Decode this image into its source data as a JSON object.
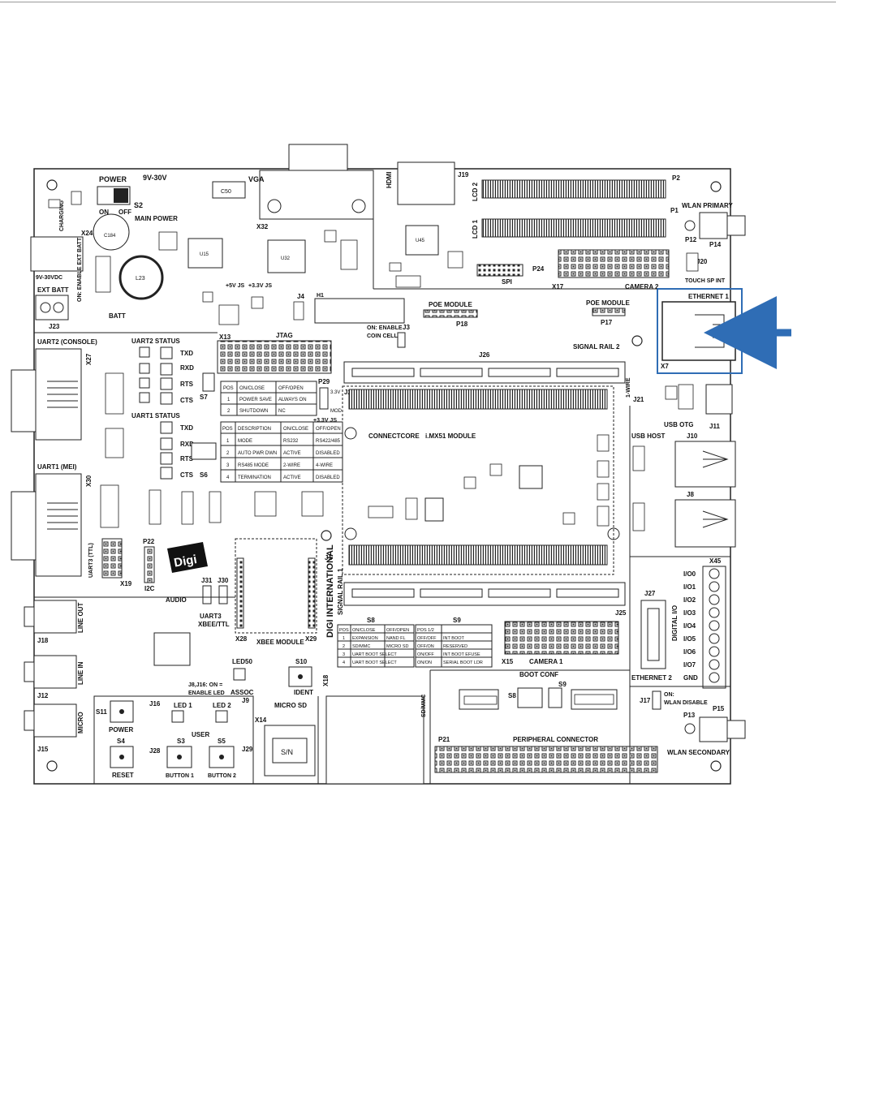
{
  "colors": {
    "highlight": "#2f6db5",
    "board_line": "#222222",
    "silkscreen": "#111111"
  },
  "labels": {
    "power": "POWER",
    "v9_30": "9V-30V",
    "on": "ON",
    "off": "OFF",
    "s2": "S2",
    "main_power": "MAIN POWER",
    "charging": "CHARGING",
    "x24": "X24",
    "v9_30vdc": "9V-30VDC",
    "enable_ext_batt": "ON: ENABLE EXT BATT",
    "ext_batt": "EXT BATT",
    "j23": "J23",
    "batt": "BATT",
    "vga": "VGA",
    "x32": "X32",
    "hdmi": "HDMI",
    "j19": "J19",
    "lcd2": "LCD 2",
    "lcd1": "LCD 1",
    "p2": "P2",
    "p1": "P1",
    "wlan_primary": "WLAN PRIMARY",
    "p12": "P12",
    "p14": "P14",
    "j20": "J20",
    "touch_sp_int": "TOUCH SP INT",
    "spi": "SPI",
    "p24": "P24",
    "x17": "X17",
    "camera2": "CAMERA 2",
    "v5_js": "+5V JS",
    "v33_js": "+3.3V JS",
    "j4": "J4",
    "h1": "H1",
    "poe_module_l": "POE MODULE",
    "p18": "P18",
    "poe_module_r": "POE MODULE",
    "p17": "P17",
    "ethernet1": "ETHERNET 1",
    "x7": "X7",
    "uart2_console": "UART2 (CONSOLE)",
    "uart2_status": "UART2 STATUS",
    "txd": "TXD",
    "rxd": "RXD",
    "rts": "RTS",
    "cts": "CTS",
    "s7": "S7",
    "x13": "X13",
    "jtag": "JTAG",
    "on_enable_coin": "ON: ENABLE",
    "coin_cell": "COIN CELL",
    "j3": "J3",
    "j26": "J26",
    "signal_rail2": "SIGNAL RAIL 2",
    "x27": "X27",
    "uart1_status": "UART1 STATUS",
    "s6": "S6",
    "p29": "P29",
    "j2": "J2",
    "v33_j2": "3.3V",
    "mod": "MOD",
    "v33_js2": "+3.3V JS",
    "one_wire": "1-WIRE",
    "j21": "J21",
    "usb_otg": "USB OTG",
    "j11": "J11",
    "connectcore": "CONNECTCORE",
    "imx51": "i.MX51 MODULE",
    "usb_host": "USB HOST",
    "j10": "J10",
    "j8": "J8",
    "uart1_mei": "UART1 (MEI)",
    "x30": "X30",
    "uart3_ttl": "UART3 (TTL)",
    "x19": "X19",
    "p22": "P22",
    "i2c": "I2C",
    "digi": "Digi",
    "digi_international": "DIGI INTERNATIONAL",
    "signal_rail1": "SIGNAL RAIL 1",
    "j1": "J1",
    "x45": "X45",
    "digital_io": "DIGITAL I/O",
    "io": [
      "I/O0",
      "I/O1",
      "I/O2",
      "I/O3",
      "I/O4",
      "I/O5",
      "I/O6",
      "I/O7",
      "GND"
    ],
    "audio": "AUDIO",
    "line_out": "LINE OUT",
    "j18": "J18",
    "line_in": "LINE IN",
    "j12": "J12",
    "micro": "MICRO",
    "j15": "J15",
    "j31": "J31",
    "j30": "J30",
    "uart3_xbee": "UART3",
    "xbee_ttl": "XBEE/TTL",
    "x28": "X28",
    "xbee_module": "XBEE MODULE",
    "x29": "X29",
    "led50": "LED50",
    "assoc": "ASSOC",
    "s10": "S10",
    "ident": "IDENT",
    "j8j16": "J8,J16: ON =",
    "enable_led": "ENABLE LED",
    "s11": "S11",
    "power_btn": "POWER",
    "s4": "S4",
    "reset": "RESET",
    "j16": "J16",
    "led1": "LED 1",
    "led2": "LED 2",
    "user": "USER",
    "j28": "J28",
    "s3": "S3",
    "s5": "S5",
    "button1": "BUTTON 1",
    "button2": "BUTTON 2",
    "j9": "J9",
    "micro_sd": "MICRO SD",
    "x14": "X14",
    "j29": "J29",
    "x18": "X18",
    "sd_mmc": "SD/MMC",
    "sn": "S/N",
    "x15": "X15",
    "camera1": "CAMERA 1",
    "j25": "J25",
    "j27": "J27",
    "ethernet2": "ETHERNET 2",
    "boot_conf": "BOOT CONF",
    "s8b": "S8",
    "s9b": "S9",
    "j17": "J17",
    "wlan_disable_on": "ON:",
    "wlan_disable": "WLAN DISABLE",
    "p13": "P13",
    "p15": "P15",
    "wlan_secondary": "WLAN SECONDARY",
    "p21": "P21",
    "peripheral_connector": "PERIPHERAL CONNECTOR",
    "u15": "U15",
    "u32": "U32",
    "u45": "U45",
    "l23": "L23",
    "c184": "C184",
    "c50": "C50"
  },
  "s7_table": {
    "header": [
      "POS",
      "ON/CLOSE",
      "OFF/OPEN"
    ],
    "rows": [
      [
        "1",
        "POWER SAVE",
        "ALWAYS ON"
      ],
      [
        "2",
        "SHUTDOWN",
        "NC"
      ]
    ]
  },
  "s6_table": {
    "header": [
      "POS",
      "DESCRIPTION",
      "ON/CLOSE",
      "OFF/OPEN"
    ],
    "rows": [
      [
        "1",
        "MODE",
        "RS232",
        "RS422/485"
      ],
      [
        "2",
        "AUTO PWR DWN",
        "ACTIVE",
        "DISABLED"
      ],
      [
        "3",
        "RS485 MODE",
        "2-WIRE",
        "4-WIRE"
      ],
      [
        "4",
        "TERMINATION",
        "ACTIVE",
        "DISABLED"
      ]
    ]
  },
  "s8_table": {
    "title": "S8",
    "header": [
      "POS",
      "ON/CLOSE",
      "OFF/OPEN"
    ],
    "rows": [
      [
        "1",
        "EXPANSION",
        "NAND FL"
      ],
      [
        "2",
        "SD/MMC",
        "MICRO SD"
      ],
      [
        "3",
        "UART BOOT SELECT",
        ""
      ],
      [
        "4",
        "UART BOOT SELECT",
        ""
      ]
    ]
  },
  "s9_table": {
    "title": "S9",
    "header": [
      "POS 1/2",
      ""
    ],
    "rows": [
      [
        "OFF/OFF",
        "INT BOOT"
      ],
      [
        "OFF/ON",
        "RESERVED"
      ],
      [
        "ON/OFF",
        "INT BOOT EFUSE"
      ],
      [
        "ON/ON",
        "SERIAL BOOT LDR"
      ]
    ]
  }
}
